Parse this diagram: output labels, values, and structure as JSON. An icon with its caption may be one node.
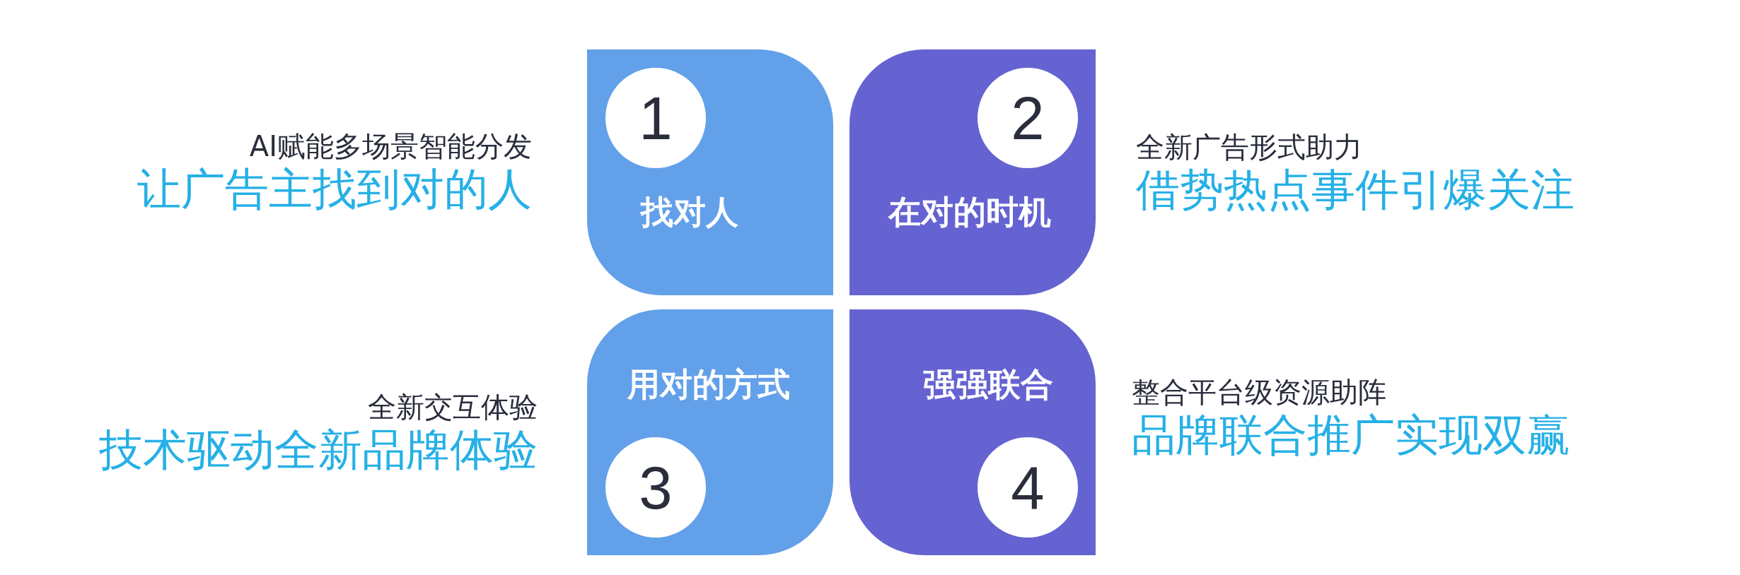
{
  "diagram": {
    "nodes": [
      {
        "text": [
          "找对人"
        ],
        "beside": [
          "AI赋能多场景智能分发",
          "让广告主找到对的人"
        ]
      },
      {
        "text": [
          "1"
        ],
        "in": 0
      },
      {
        "text": [
          "在对的时机"
        ],
        "beside": [
          "全新广告形式助力",
          "借势热点事件引爆关注"
        ]
      },
      {
        "text": [
          "2"
        ],
        "in": 2
      },
      {
        "text": [
          "用对的方式"
        ],
        "beside": [
          "全新交互体验",
          "技术驱动全新品牌体验"
        ]
      },
      {
        "text": [
          "3"
        ],
        "in": 4
      },
      {
        "text": [
          "强强联合"
        ],
        "beside": [
          "整合平台级资源助阵",
          "品牌联合推广实现双赢"
        ]
      },
      {
        "text": [
          "4"
        ],
        "in": 6
      }
    ]
  }
}
